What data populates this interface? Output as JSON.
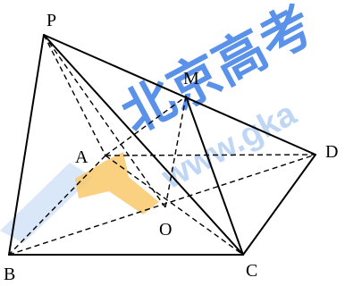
{
  "figure": {
    "vertices": {
      "P": "P",
      "M": "M",
      "A": "A",
      "D": "D",
      "O": "O",
      "B": "B",
      "C": "C"
    },
    "watermark": {
      "brand": "北京高考",
      "url": "www.gka",
      "colors": {
        "primary": "#2f6fe0",
        "light": "#b7d3f5",
        "accent": "#f8c96b"
      }
    },
    "colors": {
      "lines": "#000000",
      "background": "#ffffff"
    }
  }
}
